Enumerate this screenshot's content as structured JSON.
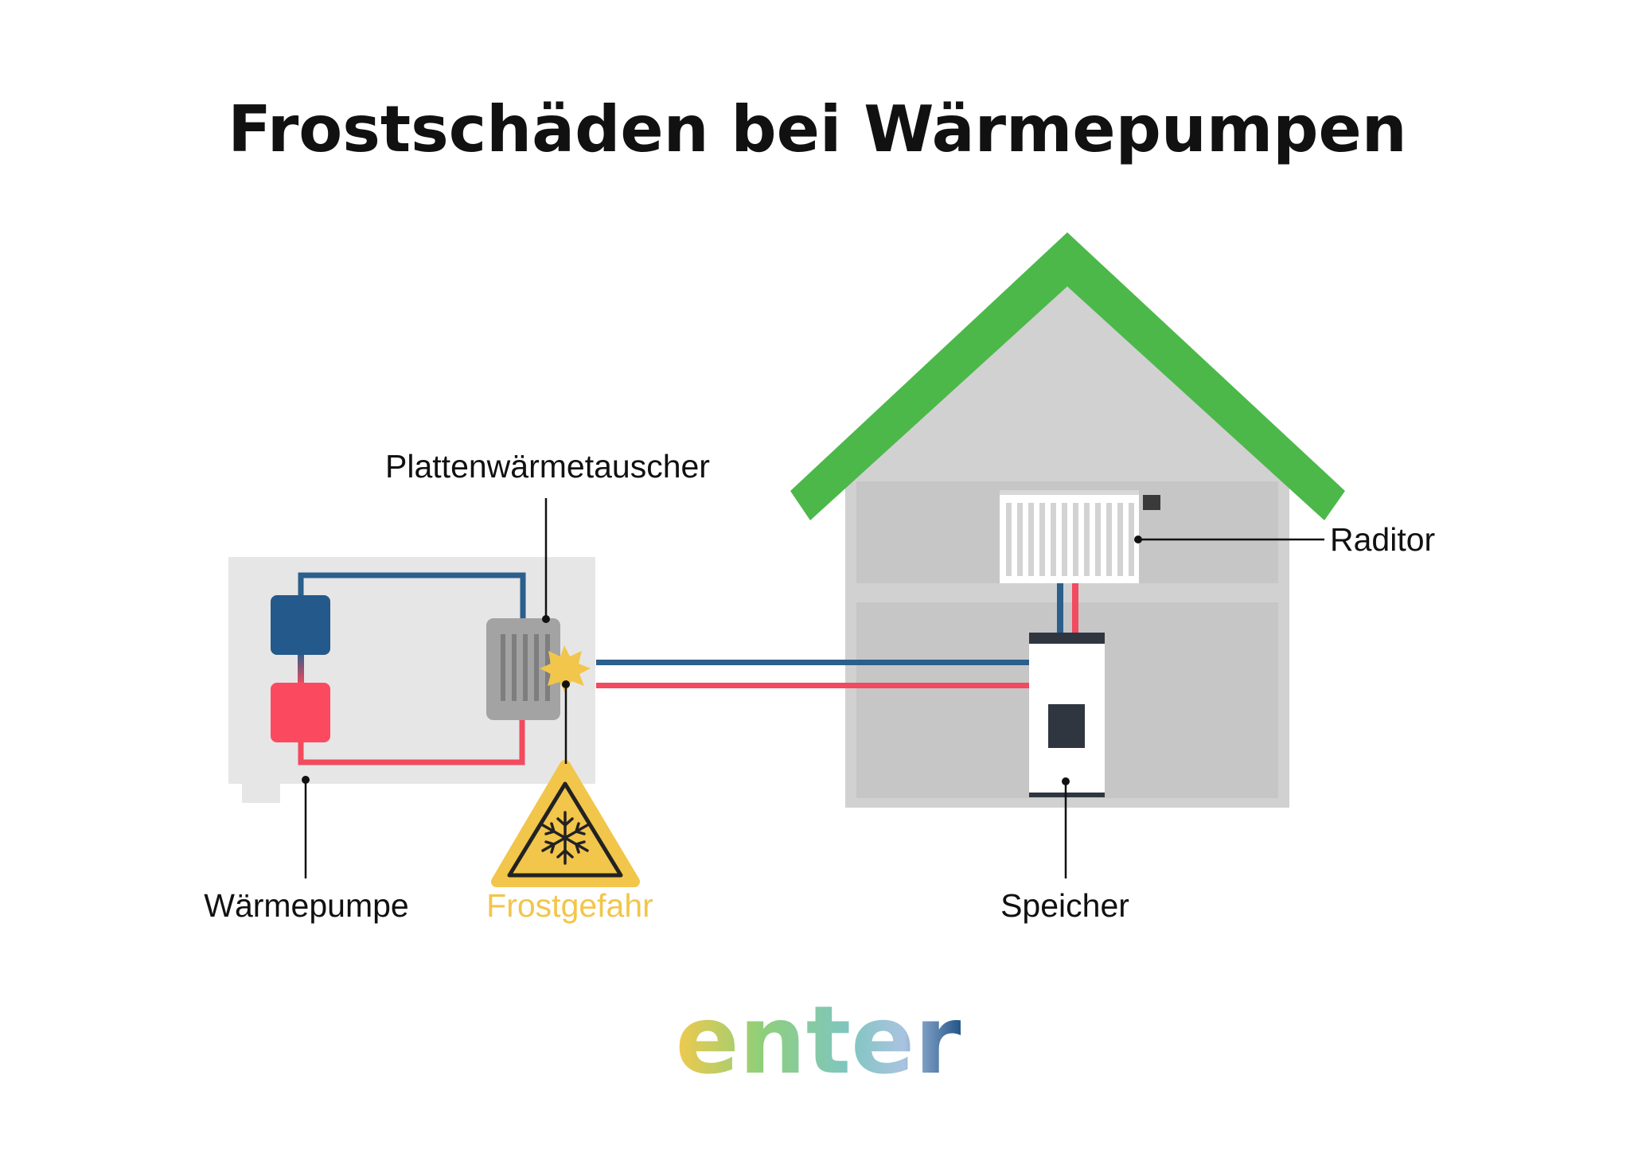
{
  "title": "Frostschäden bei Wärmepumpen",
  "labels": {
    "heat_exchanger": "Plattenwärmetauscher",
    "radiator": "Raditor",
    "heat_pump": "Wärmepumpe",
    "frost_warning": "Frostgefahr",
    "storage": "Speicher"
  },
  "logo": "enter",
  "colors": {
    "roof": "#4cb84a",
    "house": "#d1d1d1",
    "house_floor": "#c6c6c6",
    "unit": "#e6e6e6",
    "cold_pipe": "#2b5f8c",
    "hot_pipe": "#f24a5e",
    "exchanger": "#a3a3a3",
    "warning": "#f2c54b",
    "tank_dark": "#2f3640",
    "text": "#111111"
  },
  "icons": [
    "snowflake-icon",
    "warning-triangle-icon",
    "burst-icon"
  ]
}
